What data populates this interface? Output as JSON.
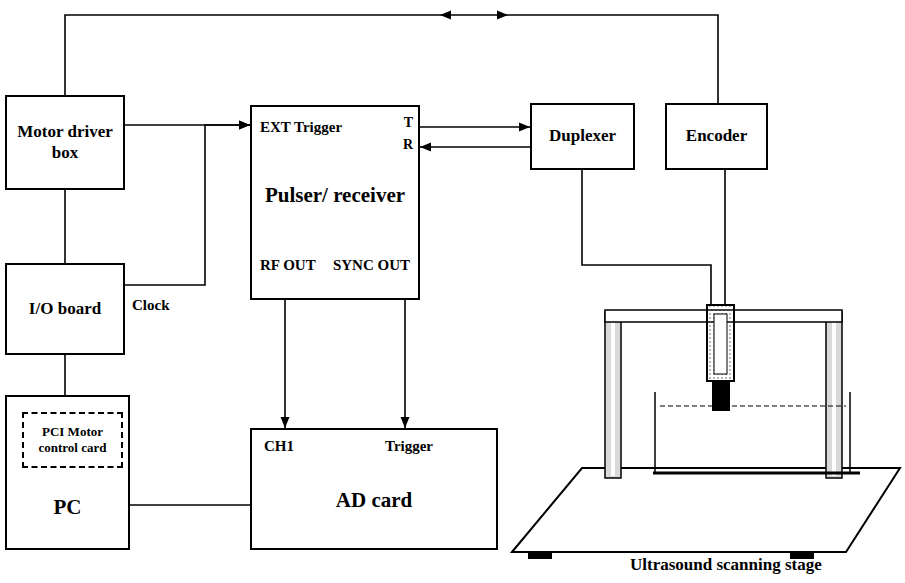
{
  "diagram": {
    "nodes": [
      {
        "text": [
          "Motor driver box"
        ]
      },
      {
        "text": [
          "Pulser/ receiver",
          "EXT Trigger",
          "T",
          "R",
          "RF OUT",
          "SYNC OUT"
        ]
      },
      {
        "text": [
          "Duplexer"
        ]
      },
      {
        "text": [
          "Encoder"
        ]
      },
      {
        "text": [
          "I/O board"
        ]
      },
      {
        "text": [
          "PC"
        ]
      },
      {
        "text": [
          "PCI Motor control card"
        ],
        "in": 5
      },
      {
        "text": [
          "AD card",
          "CH1",
          "Trigger"
        ]
      },
      {
        "text": [
          "Ultrasound scanning stage"
        ]
      }
    ],
    "edges": [
      {
        "from": 0,
        "to": 3,
        "arrow": "both"
      },
      {
        "from": 0,
        "to": 1,
        "arrow": "to"
      },
      {
        "from": 4,
        "to": 1,
        "arrow": "to",
        "label": "Clock"
      },
      {
        "from": 0,
        "to": 4,
        "arrow": "none"
      },
      {
        "from": 4,
        "to": 5,
        "arrow": "none"
      },
      {
        "from": 5,
        "to": 7,
        "arrow": "none"
      },
      {
        "from": 1,
        "to": 2,
        "arrow": "to"
      },
      {
        "from": 2,
        "to": 1,
        "arrow": "to"
      },
      {
        "from": 1,
        "to": 7,
        "arrow": "to"
      },
      {
        "from": 1,
        "to": 7,
        "arrow": "to"
      },
      {
        "from": 2,
        "to": 8,
        "arrow": "none"
      },
      {
        "from": 3,
        "to": 8,
        "arrow": "none"
      }
    ]
  }
}
